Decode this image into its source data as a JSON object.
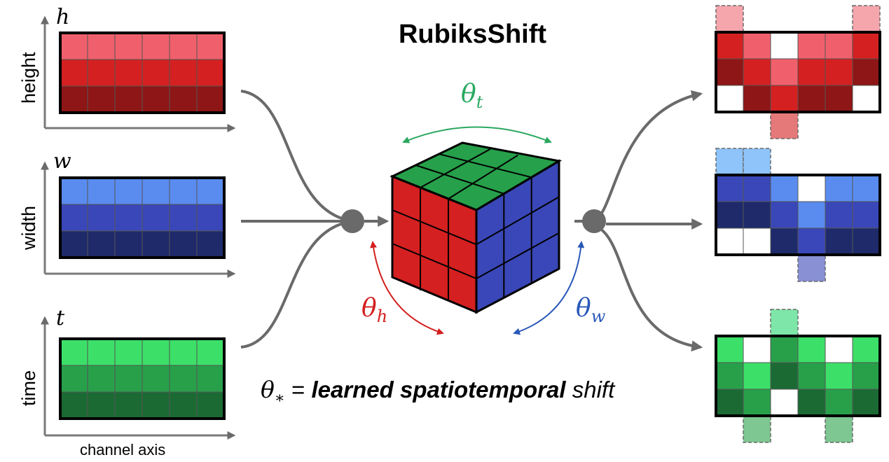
{
  "title": "RubiksShift",
  "inputs": [
    {
      "axis_symbol": "h",
      "axis_label": "height",
      "colors": [
        "#f0606c",
        "#d42020",
        "#8e1616"
      ]
    },
    {
      "axis_symbol": "w",
      "axis_label": "width",
      "colors": [
        "#5a8cf0",
        "#3a47b8",
        "#1e2a6a"
      ]
    },
    {
      "axis_symbol": "t",
      "axis_label": "time",
      "colors": [
        "#3ce068",
        "#28a04a",
        "#1b6a34"
      ]
    }
  ],
  "x_axis_label": "channel axis",
  "cube": {
    "top_color": "#26a04a",
    "left_color": "#d42020",
    "right_color": "#3a47b8"
  },
  "params": {
    "theta_t": {
      "symbol": "θ",
      "sub": "t",
      "color": "#2aa860"
    },
    "theta_h": {
      "symbol": "θ",
      "sub": "h",
      "color": "#d42020"
    },
    "theta_w": {
      "symbol": "θ",
      "sub": "w",
      "color": "#2a58b8"
    }
  },
  "caption": {
    "symbol": "θ",
    "sub": "∗",
    "equals": " = ",
    "bold_text": "learned spatiotemporal",
    "rest": " shift"
  },
  "outputs": {
    "red": {
      "grid": [
        [
          "#d42020",
          "#f0606c",
          "#ffffff",
          "#f0606c",
          "#f0606c",
          "#d42020"
        ],
        [
          "#8e1616",
          "#d42020",
          "#f0606c",
          "#d42020",
          "#d42020",
          "#8e1616"
        ],
        [
          "#ffffff",
          "#8e1616",
          "#d42020",
          "#8e1616",
          "#8e1616",
          "#ffffff"
        ]
      ],
      "ghost_color": "#f4a6ac"
    },
    "blue": {
      "grid": [
        [
          "#3a47b8",
          "#3a47b8",
          "#5a8cf0",
          "#ffffff",
          "#5a8cf0",
          "#5a8cf0"
        ],
        [
          "#1e2a6a",
          "#1e2a6a",
          "#3a47b8",
          "#5a8cf0",
          "#3a47b8",
          "#3a47b8"
        ],
        [
          "#ffffff",
          "#ffffff",
          "#1e2a6a",
          "#3a47b8",
          "#1e2a6a",
          "#1e2a6a"
        ]
      ],
      "ghost_color": "#8ec4fa"
    },
    "green": {
      "grid": [
        [
          "#3ce068",
          "#ffffff",
          "#28a04a",
          "#3ce068",
          "#ffffff",
          "#3ce068"
        ],
        [
          "#28a04a",
          "#3ce068",
          "#1b6a34",
          "#28a04a",
          "#3ce068",
          "#28a04a"
        ],
        [
          "#1b6a34",
          "#28a04a",
          "#ffffff",
          "#1b6a34",
          "#28a04a",
          "#1b6a34"
        ]
      ],
      "ghost_color": "#7ee6a8"
    }
  }
}
